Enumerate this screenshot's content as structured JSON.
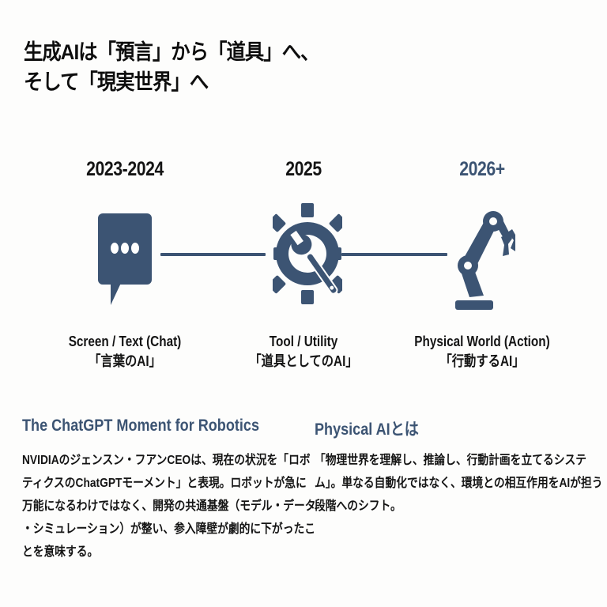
{
  "title": {
    "line1": "生成AIは「預言」から「道具」へ、",
    "line2": "そして「現実世界」へ"
  },
  "colors": {
    "accent": "#3c5473",
    "text": "#141414",
    "background": "#fdfdfc"
  },
  "timeline": {
    "stages": [
      {
        "year": "2023-2024",
        "icon": "chat-bubble-icon",
        "label_en": "Screen / Text (Chat)",
        "label_ja": "「言葉のAI」"
      },
      {
        "year": "2025",
        "icon": "gear-wrench-icon",
        "label_en": "Tool / Utility",
        "label_ja": "「道具としてのAI」"
      },
      {
        "year": "2026+",
        "icon": "robot-arm-icon",
        "label_en": "Physical World (Action)",
        "label_ja": "「行動するAI」"
      }
    ]
  },
  "sections": {
    "left": {
      "heading": "The ChatGPT Moment for Robotics",
      "lines": [
        "NVIDIAのジェンスン・フアンCEOは、現在の状況を「ロボ",
        "ティクスのChatGPTモーメント」と表現。ロボットが急に",
        "万能になるわけではなく、開発の共通基盤（モデル・データ",
        "・シミュレーション）が整い、参入障壁が劇的に下がったこ",
        "とを意味する。"
      ]
    },
    "right": {
      "heading": "Physical AIとは",
      "lines": [
        "「物理世界を理解し、推論し、行動計画を立てるシステ",
        "ム」。単なる自動化ではなく、環境との相互作用をAIが担う",
        "段階へのシフト。"
      ]
    }
  }
}
